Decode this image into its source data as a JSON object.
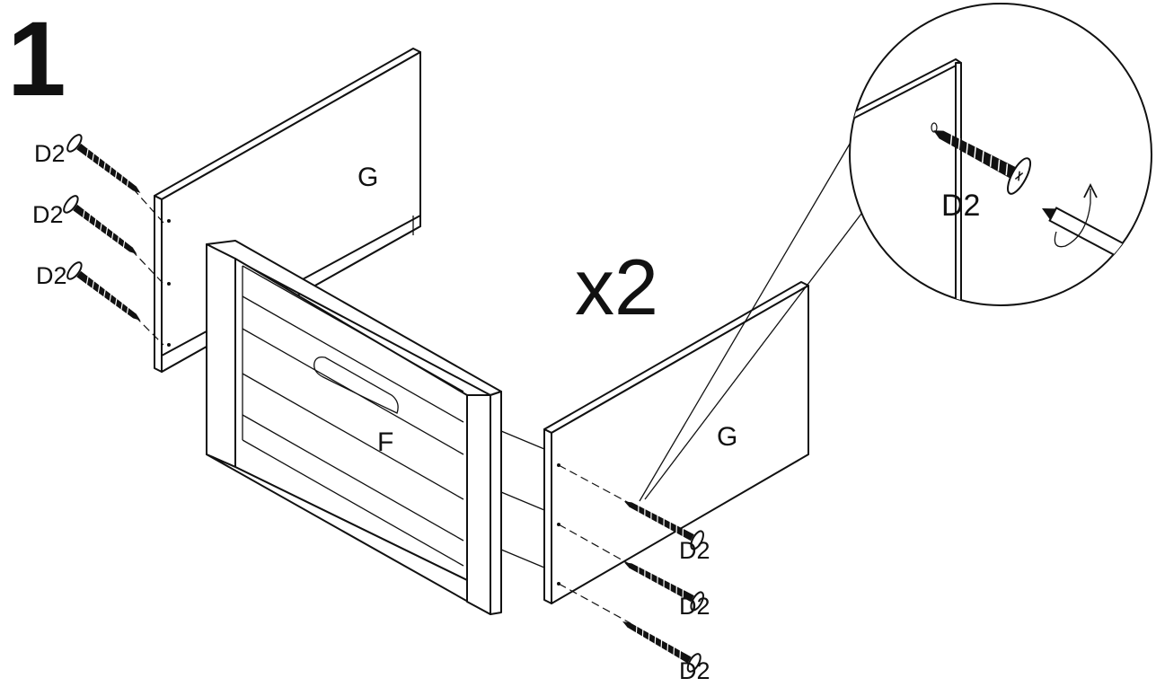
{
  "step": {
    "number": "1"
  },
  "multiplier": "x2",
  "parts": {
    "left_panel": "G",
    "right_panel": "G",
    "front_panel": "F"
  },
  "screws": {
    "left": [
      "D2",
      "D2",
      "D2"
    ],
    "right": [
      "D2",
      "D2",
      "D2"
    ],
    "detail": "D2"
  },
  "icons": {
    "screw": "screw-icon",
    "screwdriver": "screwdriver-icon",
    "rotation_arrow": "rotation-arrow-icon"
  },
  "colors": {
    "line": "#111111",
    "background": "#ffffff"
  }
}
